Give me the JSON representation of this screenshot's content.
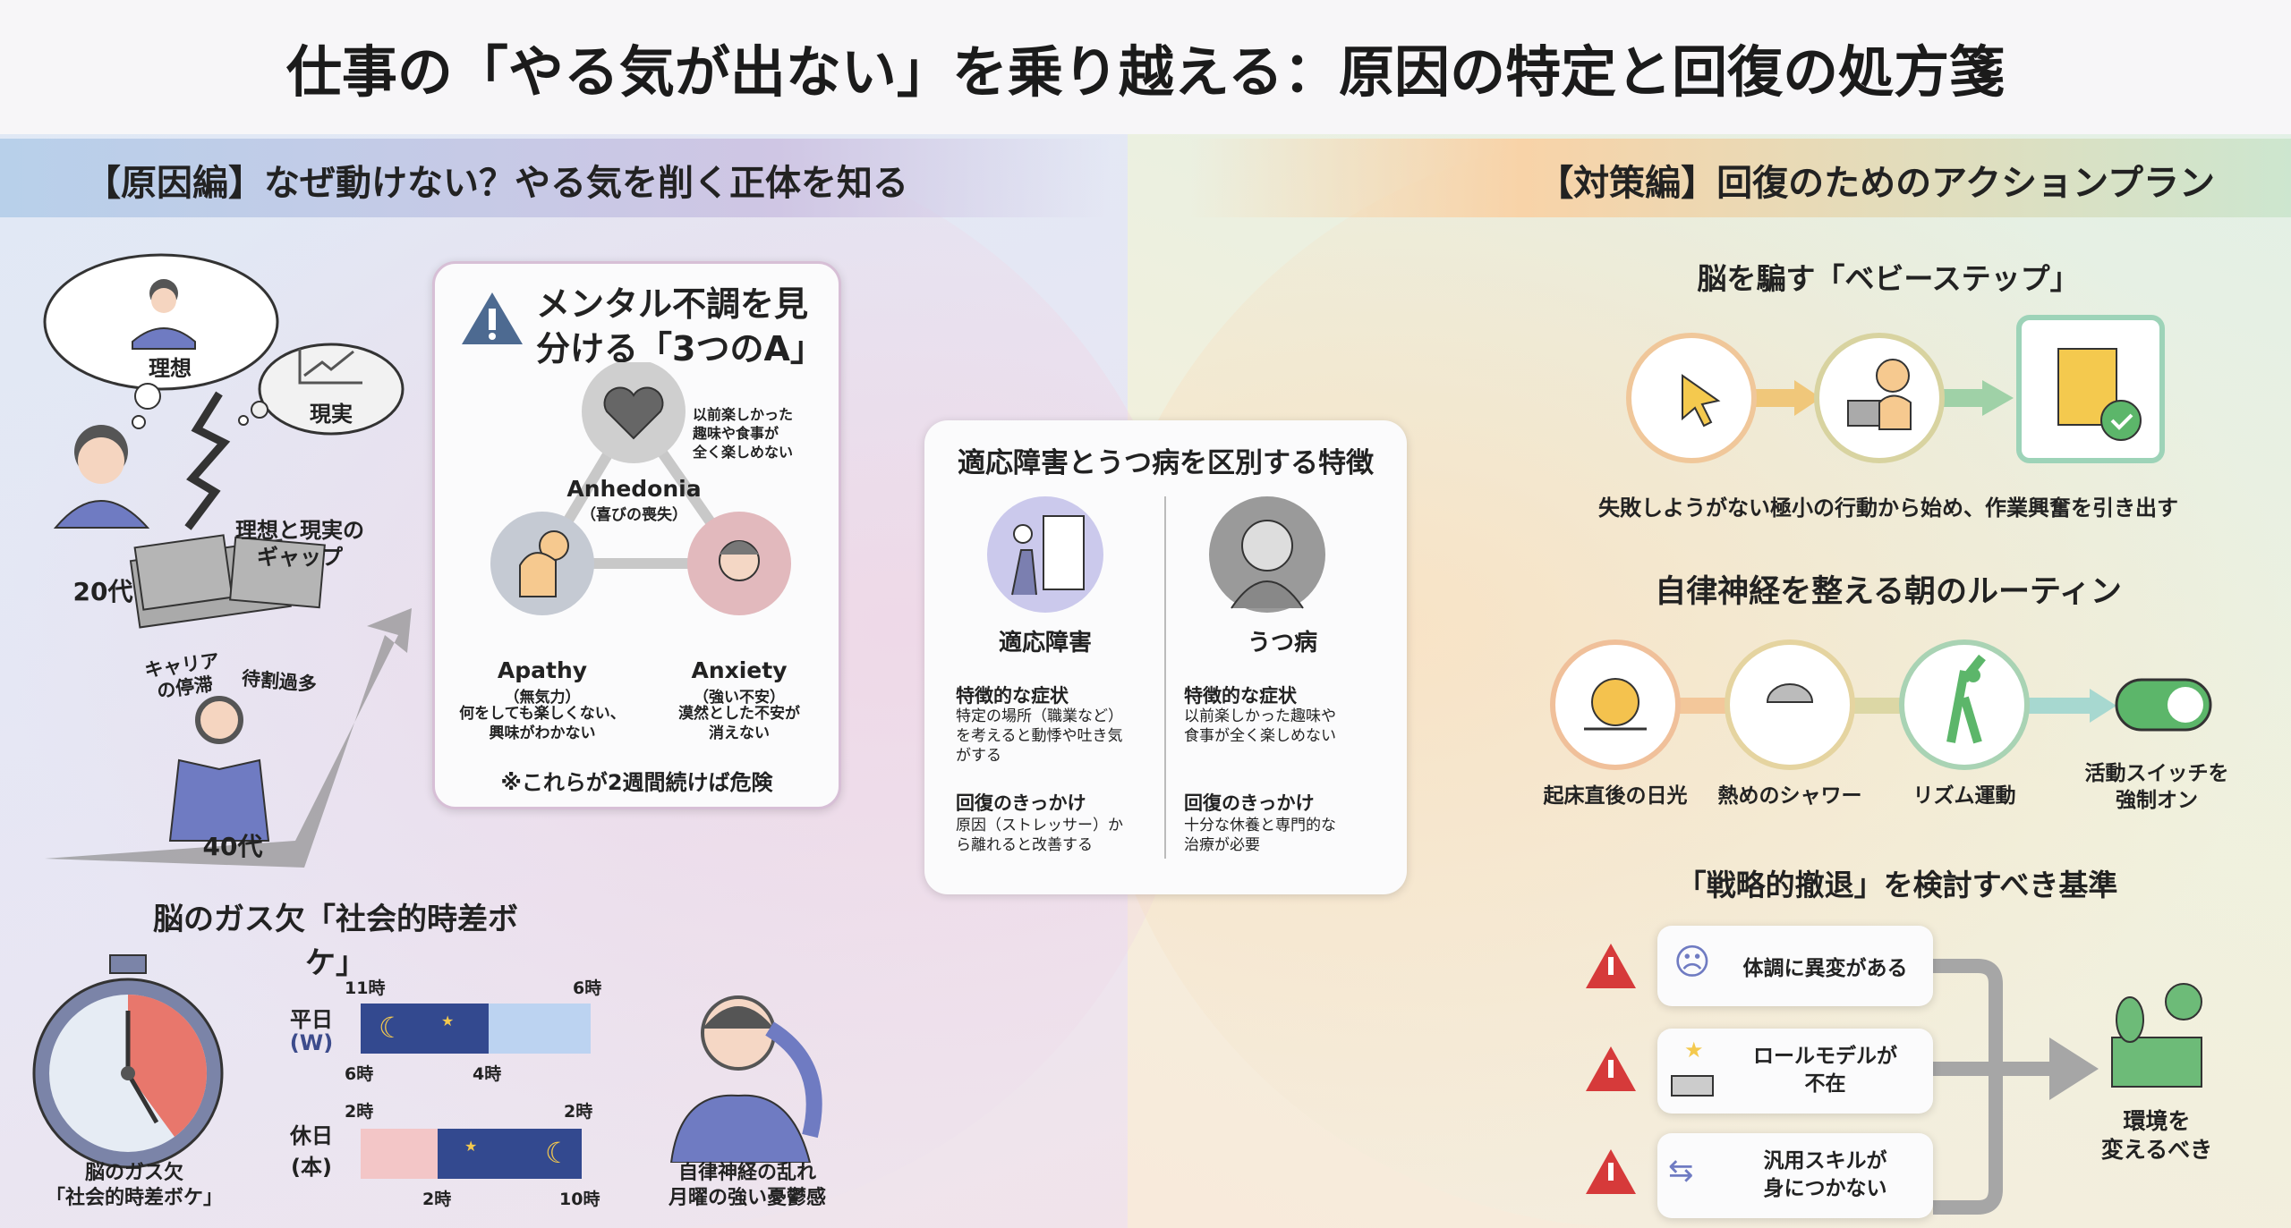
{
  "title": "仕事の「やる気が出ない」を乗り越える：原因の特定と回復の処方箋",
  "cause": {
    "header": "【原因編】なぜ動けない？やる気を削く正体を知る",
    "gap": {
      "ideal": "理想",
      "reality": "現実",
      "gap_label": "理想と現実の\nギャップ",
      "age20": "20代",
      "age40": "40代",
      "box1": "キャリア\nの停滞",
      "box2": "待割過多"
    },
    "three_a": {
      "title": "メンタル不調を見\n分ける「3つのA」",
      "anhedonia": "Anhedonia",
      "anhedonia_sub": "（喜びの喪失）",
      "anhedonia_desc": "以前楽しかった\n趣味や食事が\n全く楽しめない",
      "apathy": "Apathy",
      "apathy_sub": "（無気力）",
      "apathy_desc": "何をしても楽しくない、\n興味がわかない",
      "anxiety": "Anxiety",
      "anxiety_sub": "（強い不安）",
      "anxiety_desc": "漠然とした不安が\n消えない",
      "note": "※これらが2週間続けば危険"
    },
    "gas": {
      "title": "脳のガス欠「社会的時差ボケ」",
      "clock_label": "脳のガス欠\n「社会的時差ボケ」",
      "weekday": "平日",
      "weekday_abbr": "(W)",
      "holiday": "休日",
      "holiday_abbr": "(本)",
      "wd_top_left": "11時",
      "wd_top_right": "6時",
      "wd_bot_left": "6時",
      "wd_bot_mid": "4時",
      "hd_top_left": "2時",
      "hd_top_right": "2時",
      "hd_bot_mid": "2時",
      "hd_bot_right": "10時",
      "man_caption": "自律神経の乱れ\n月曜の強い憂鬱感"
    }
  },
  "compare": {
    "title": "適応障害とうつ病を区別する特徴",
    "cols": [
      {
        "name": "適応障害",
        "sym_h": "特徴的な症状",
        "sym": "特定の場所（職業など）\nを考えると動悸や吐き気\nがする",
        "rec_h": "回復のきっかけ",
        "rec": "原因（ストレッサー）か\nら離れると改善する"
      },
      {
        "name": "うつ病",
        "sym_h": "特徴的な症状",
        "sym": "以前楽しかった趣味や\n食事が全く楽しめない",
        "rec_h": "回復のきっかけ",
        "rec": "十分な休養と専門的な\n治療が必要"
      }
    ]
  },
  "action": {
    "header": "【対策編】回復のためのアクションプラン",
    "baby": {
      "title": "脳を騙す「ベビーステップ」",
      "caption": "失敗しようがない極小の行動から始め、作業興奮を引き出す"
    },
    "routine": {
      "title": "自律神経を整える朝のルーティン",
      "steps": [
        "起床直後の日光",
        "熱めのシャワー",
        "リズム運動",
        "活動スイッチを\n強制オン"
      ]
    },
    "retreat": {
      "title": "「戦略的撤退」を検討すべき基準",
      "items": [
        "体調に異変がある",
        "ロールモデルが\n不在",
        "汎用スキルが\n身につかない"
      ],
      "result": "環境を\n変えるべき"
    }
  },
  "colors": {
    "navy": "#2f3f7a",
    "red": "#d63a3a",
    "green": "#5cb66a",
    "orange": "#f1b86a"
  }
}
